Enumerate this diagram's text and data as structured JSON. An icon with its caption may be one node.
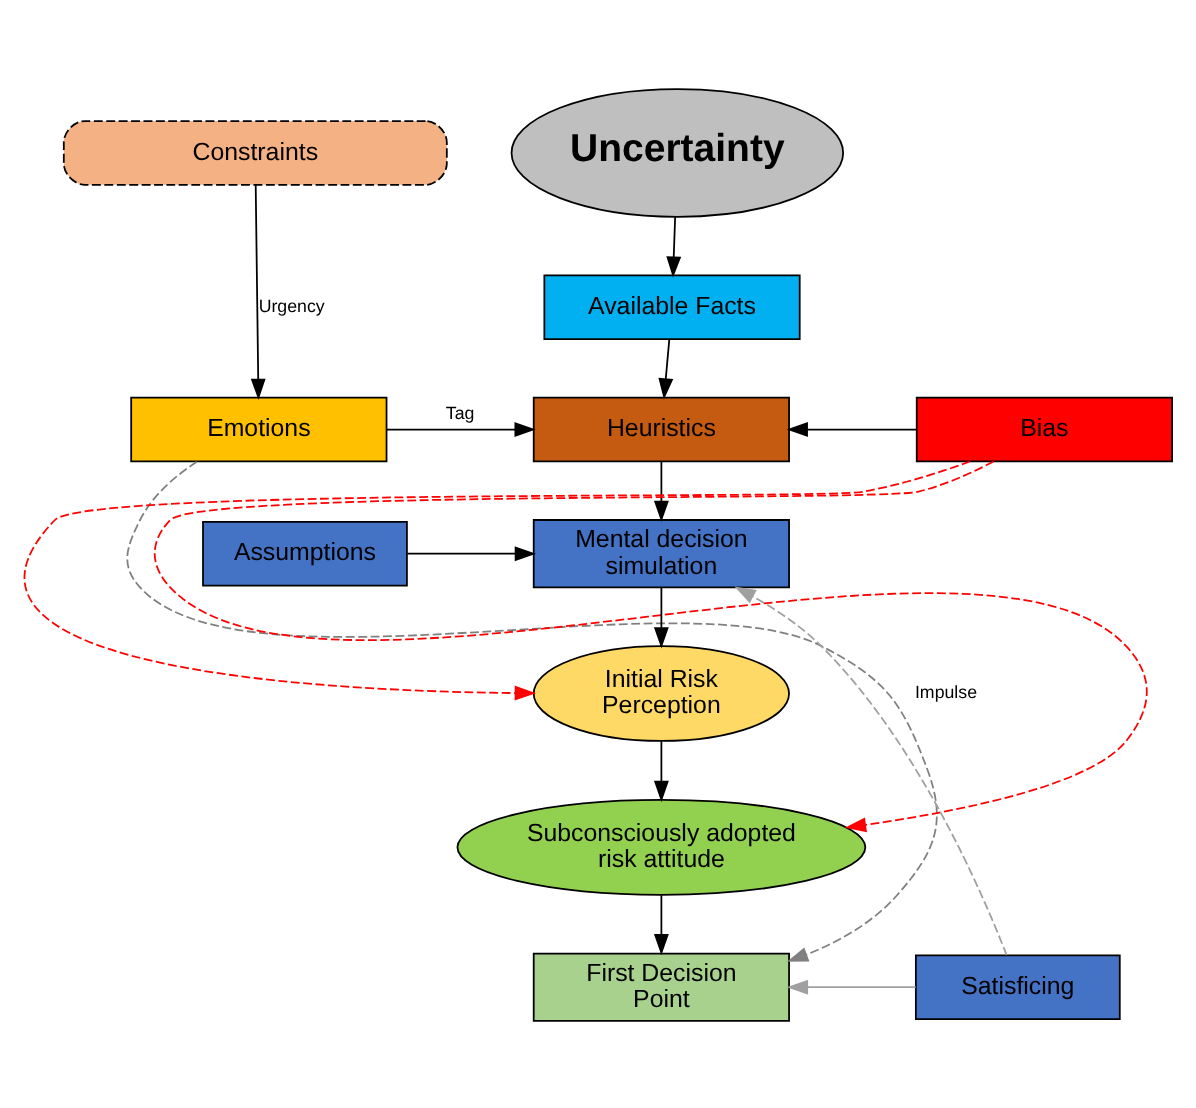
{
  "diagram": {
    "nodes": [
      {
        "text": [
          "Uncertainty"
        ]
      },
      {
        "text": [
          "Constraints"
        ]
      },
      {
        "text": [
          "Available Facts"
        ]
      },
      {
        "text": [
          "Emotions"
        ]
      },
      {
        "text": [
          "Heuristics"
        ]
      },
      {
        "text": [
          "Bias"
        ]
      },
      {
        "text": [
          "Assumptions"
        ]
      },
      {
        "text": [
          "Mental decision simulation"
        ]
      },
      {
        "text": [
          "Initial Risk Perception"
        ]
      },
      {
        "text": [
          "Subconsciously adopted risk attitude"
        ]
      },
      {
        "text": [
          "First Decision Point"
        ]
      },
      {
        "text": [
          "Satisficing"
        ]
      }
    ],
    "edges": [
      {
        "from": 0,
        "to": 2,
        "arrow": "to"
      },
      {
        "from": 1,
        "to": 3,
        "arrow": "to",
        "label": "Urgency"
      },
      {
        "from": 2,
        "to": 4,
        "arrow": "to"
      },
      {
        "from": 3,
        "to": 4,
        "arrow": "to",
        "label": "Tag"
      },
      {
        "from": 5,
        "to": 4,
        "arrow": "to"
      },
      {
        "from": 4,
        "to": 7,
        "arrow": "to"
      },
      {
        "from": 6,
        "to": 7,
        "arrow": "to"
      },
      {
        "from": 7,
        "to": 8,
        "arrow": "to"
      },
      {
        "from": 8,
        "to": 9,
        "arrow": "to"
      },
      {
        "from": 9,
        "to": 10,
        "arrow": "to"
      },
      {
        "from": 3,
        "to": 10,
        "arrow": "to",
        "label": "Impulse",
        "style": "dashed",
        "color": "#808080"
      },
      {
        "from": 5,
        "to": 8,
        "arrow": "to",
        "style": "dashed",
        "color": "#ff0000"
      },
      {
        "from": 5,
        "to": 9,
        "arrow": "to",
        "style": "dashed",
        "color": "#ff0000"
      },
      {
        "from": 11,
        "to": 7,
        "arrow": "to",
        "style": "dashed",
        "color": "#a0a0a0"
      },
      {
        "from": 11,
        "to": 10,
        "arrow": "to",
        "color": "#a0a0a0"
      }
    ]
  }
}
